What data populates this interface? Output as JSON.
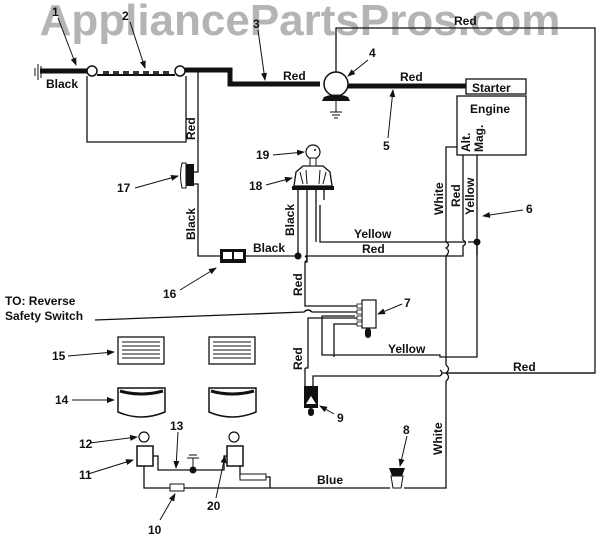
{
  "watermark": "AppliancePartsPros.com",
  "components": {
    "starter": "Starter",
    "engine": "Engine",
    "alt": "Alt.",
    "mag": "Mag."
  },
  "wire_labels": {
    "black_ground": "Black",
    "red_battery": "Red",
    "red_cable": "Red",
    "red_top": "Red",
    "red_vertical_battery": "Red",
    "black_17": "Black",
    "black_16": "Black",
    "black_18": "Black",
    "yellow_horizontal": "Yellow",
    "red_horizontal": "Red",
    "white_engine": "White",
    "red_engine": "Red",
    "yellow_engine": "Yellow",
    "red_to_7": "Red",
    "red_to_9": "Red",
    "yellow_7": "Yellow",
    "red_right": "Red",
    "white_bottom": "White",
    "blue": "Blue"
  },
  "note": {
    "line1": "TO: Reverse",
    "line2": "Safety Switch"
  },
  "callouts": [
    "1",
    "2",
    "3",
    "4",
    "5",
    "6",
    "7",
    "8",
    "9",
    "10",
    "11",
    "12",
    "13",
    "14",
    "15",
    "16",
    "17",
    "18",
    "19",
    "20"
  ]
}
